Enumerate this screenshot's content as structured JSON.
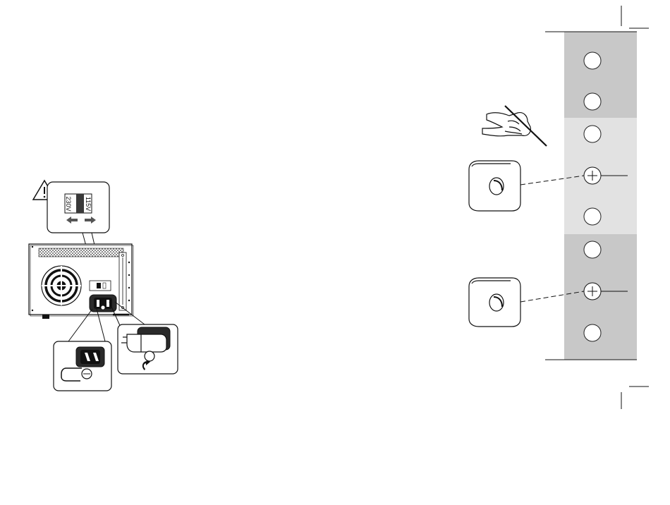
{
  "voltage_selector": {
    "label_left": "230V",
    "label_right": "115V"
  },
  "mounting_template": {
    "hole_count": 8,
    "center_mark_count": 2,
    "band_colors": [
      "#c8c8c8",
      "#e2e2e2",
      "#c8c8c8"
    ]
  },
  "colors": {
    "line": "#111111",
    "selector_dark": "#3a3a3a",
    "arrow_gray": "#555555"
  },
  "icons": [
    "warning-triangle-icon",
    "hand-with-pencil-icon",
    "power-plug-icon",
    "rotate-arrow-icon"
  ]
}
